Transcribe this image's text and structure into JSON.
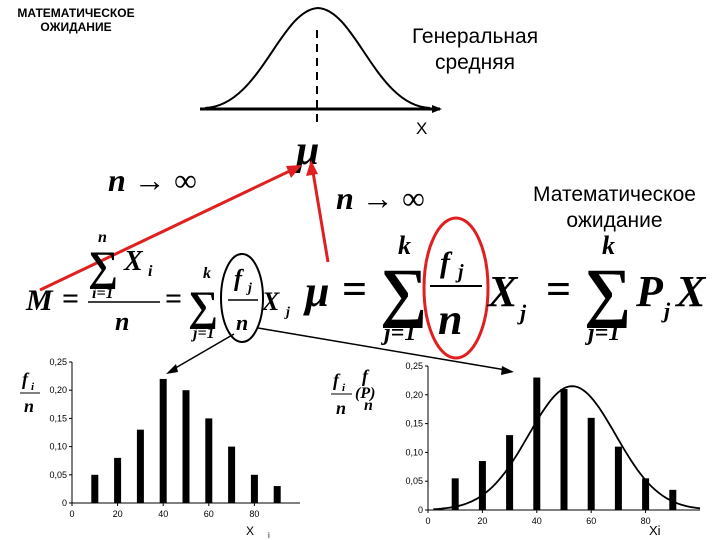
{
  "labels": {
    "expectation_caps_line1": "МАТЕМАТИЧЕСКОЕ",
    "expectation_caps_line2": "ОЖИДАНИЕ",
    "general_mean_line1": "Генеральная",
    "general_mean_line2": "средняя",
    "axis_x_top": "X",
    "mu": "μ",
    "n_to_inf": "n → ∞",
    "expectation_line1": "Математическое",
    "expectation_line2": "ожидание"
  },
  "formulas": {
    "M": "M",
    "equals": "=",
    "sum": "∑",
    "n": "n",
    "k": "k",
    "i_eq_1": "i=1",
    "j_eq_1": "j=1",
    "X": "X",
    "i": "i",
    "j": "j",
    "f": "f",
    "P": "P"
  },
  "chart_left": {
    "y_axis_label_top": "f",
    "y_axis_label_sub": "i",
    "y_axis_label_bottom": "n",
    "x_axis_label": "X",
    "x_axis_label_sub": "i"
  },
  "chart_right": {
    "y_axis_label_top": "f",
    "y_axis_label_sub": "i",
    "y_axis_label_bottom": "n",
    "alt_label_top": "f",
    "alt_label_mid": "(P)",
    "alt_label_bottom": "n",
    "x_axis_label": "Xi"
  },
  "chart_data": [
    {
      "type": "bar",
      "x": [
        10,
        20,
        30,
        40,
        50,
        60,
        70,
        80,
        90
      ],
      "values": [
        0.05,
        0.08,
        0.13,
        0.22,
        0.2,
        0.15,
        0.1,
        0.05,
        0.03
      ],
      "xticks": [
        "0",
        "20",
        "40",
        "60",
        "80"
      ],
      "yticks": [
        "0",
        "0,05",
        "0,10",
        "0,15",
        "0,20",
        "0,25"
      ],
      "xlim": [
        0,
        100
      ],
      "ylim": [
        0,
        0.25
      ]
    },
    {
      "type": "bar",
      "x": [
        10,
        20,
        30,
        40,
        50,
        60,
        70,
        80,
        90
      ],
      "values": [
        0.055,
        0.085,
        0.13,
        0.23,
        0.21,
        0.16,
        0.11,
        0.055,
        0.035
      ],
      "xticks": [
        "0",
        "20",
        "40",
        "60",
        "80"
      ],
      "yticks": [
        "0",
        "0,05",
        "0,10",
        "0,15",
        "0,20",
        "0,25"
      ],
      "xlim": [
        0,
        100
      ],
      "ylim": [
        0,
        0.25
      ],
      "overlay": "normal-curve"
    }
  ]
}
